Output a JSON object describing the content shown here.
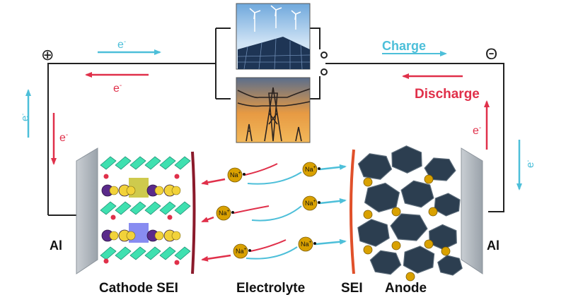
{
  "terminals": {
    "positive": "⊕",
    "negative": "Θ"
  },
  "electron": {
    "symbol": "e",
    "superscript": "-"
  },
  "modes": {
    "charge": "Charge",
    "discharge": "Discharge"
  },
  "electrodes": {
    "left_collector": "Al",
    "right_collector": "Al"
  },
  "ion": {
    "symbol": "Na",
    "superscript": "+"
  },
  "bottom_labels": {
    "cathode_sei": "Cathode SEI",
    "electrolyte": "Electrolyte",
    "sei": "SEI",
    "anode": "Anode"
  },
  "colors": {
    "charge": "#4dbfd9",
    "discharge": "#e0304a",
    "wire": "#222222",
    "anode_particle": "#2c3e50",
    "ion": "#d9a100",
    "cathode_layer": "#3fe0b0"
  }
}
